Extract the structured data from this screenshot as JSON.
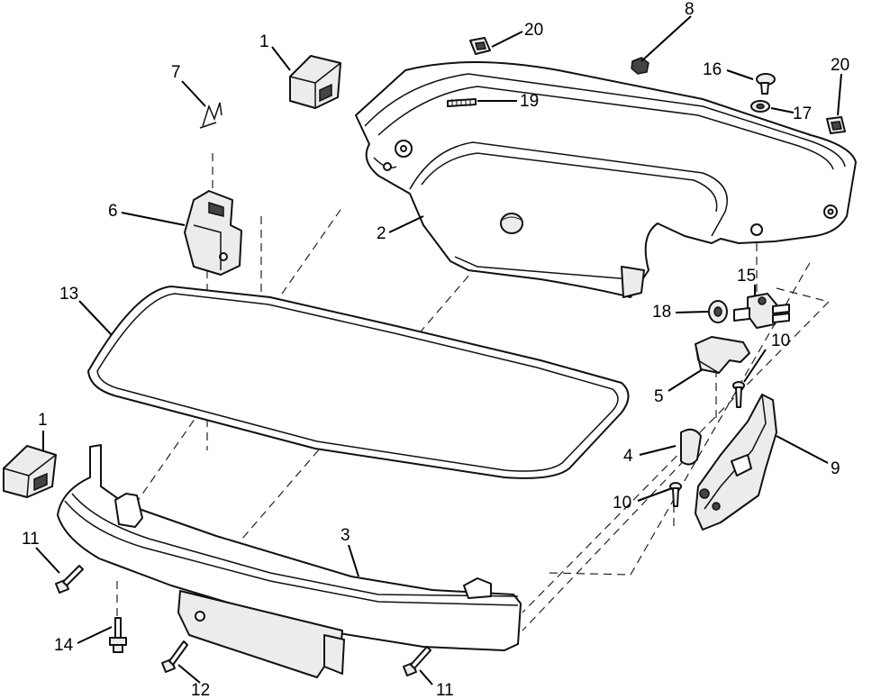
{
  "callouts": [
    {
      "id": "c1a",
      "label": "1"
    },
    {
      "id": "c1b",
      "label": "1"
    },
    {
      "id": "c2",
      "label": "2"
    },
    {
      "id": "c3",
      "label": "3"
    },
    {
      "id": "c4",
      "label": "4"
    },
    {
      "id": "c5",
      "label": "5"
    },
    {
      "id": "c6",
      "label": "6"
    },
    {
      "id": "c7",
      "label": "7"
    },
    {
      "id": "c8",
      "label": "8"
    },
    {
      "id": "c9",
      "label": "9"
    },
    {
      "id": "c10a",
      "label": "10"
    },
    {
      "id": "c10b",
      "label": "10"
    },
    {
      "id": "c11a",
      "label": "11"
    },
    {
      "id": "c11b",
      "label": "11"
    },
    {
      "id": "c12",
      "label": "12"
    },
    {
      "id": "c13",
      "label": "13"
    },
    {
      "id": "c14",
      "label": "14"
    },
    {
      "id": "c15",
      "label": "15"
    },
    {
      "id": "c16",
      "label": "16"
    },
    {
      "id": "c17",
      "label": "17"
    },
    {
      "id": "c18",
      "label": "18"
    },
    {
      "id": "c19",
      "label": "19"
    },
    {
      "id": "c20a",
      "label": "20"
    },
    {
      "id": "c20b",
      "label": "20"
    }
  ]
}
